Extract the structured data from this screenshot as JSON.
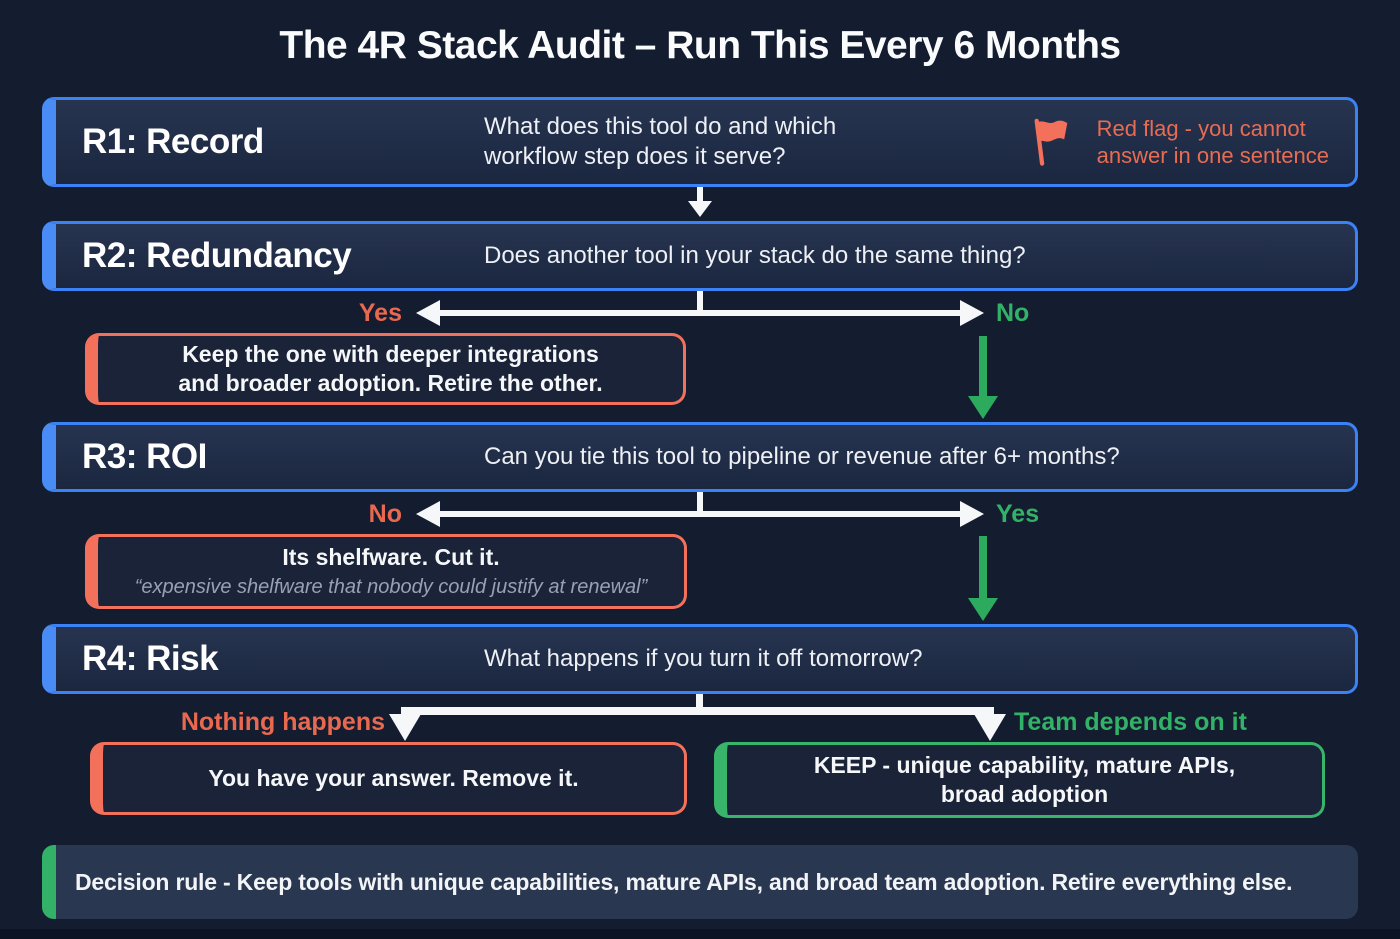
{
  "title": "The 4R Stack Audit – Run This Every 6 Months",
  "colors": {
    "background": "#141c2f",
    "box_border_blue": "#3b82f6",
    "accent_orange": "#f3705a",
    "accent_green": "#2fb164",
    "arrow_white": "#f5f7f9"
  },
  "r1": {
    "label": "R1: Record",
    "question_line1": "What does this tool do and which",
    "question_line2": "workflow step does it serve?",
    "flag_icon": "red-flag-icon",
    "flag_line1": "Red flag - you cannot",
    "flag_line2": "answer in one sentence"
  },
  "r2": {
    "label": "R2: Redundancy",
    "question": "Does another tool in your stack do the same thing?",
    "branch_left": "Yes",
    "branch_right": "No"
  },
  "r2_yes_callout": {
    "line1": "Keep the one with deeper integrations",
    "line2": "and broader adoption. Retire the other."
  },
  "r3": {
    "label": "R3: ROI",
    "question": "Can you tie this tool to pipeline or revenue after 6+ months?",
    "branch_left": "No",
    "branch_right": "Yes"
  },
  "r3_no_callout": {
    "line1": "Its shelfware. Cut it.",
    "quote": "“expensive shelfware that nobody could justify at renewal”"
  },
  "r4": {
    "label": "R4: Risk",
    "question": "What happens if you turn it off tomorrow?",
    "branch_left": "Nothing happens",
    "branch_right": "Team depends on it"
  },
  "r4_left_callout": {
    "text": "You have your answer. Remove it."
  },
  "r4_right_callout": {
    "line1": "KEEP - unique capability, mature APIs,",
    "line2": "broad adoption"
  },
  "decision_rule": "Decision rule - Keep tools with unique capabilities, mature APIs, and broad team adoption. Retire everything else."
}
